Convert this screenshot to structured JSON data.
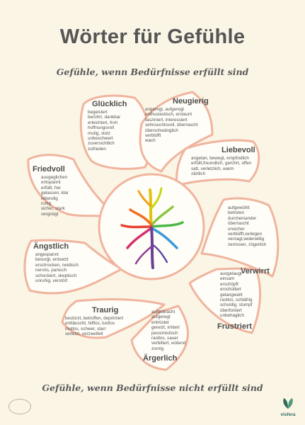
{
  "title": "Wörter für Gefühle",
  "subtitle_top": "Gefühle, wenn Bedürfnisse erfüllt sind",
  "subtitle_bottom": "Gefühle, wenn Bedürfnisse nicht erfüllt sind",
  "petals": {
    "gluecklich": {
      "head": "Glücklich",
      "words": "begeistert\nberührt, dankbar\nerleichtert, froh\nhoffnungsvoll\nmutig, stolz\nunbeschwert\nzuversichtlich\nzufrieden"
    },
    "neugierig": {
      "head": "Neugierig",
      "words": "angeregt, aufgeregt\nenthusiastisch, erstaunt\nfasziniert, interessiert\nsehnsuchtsvoll, überrascht\nüberschwänglich\nverblüfft\nwach"
    },
    "liebevoll": {
      "head": "Liebevoll",
      "words": "angetan, bewegt, empfindlich\nerfüllt,freundlich, gerührt, offen\nsatt, verletzlich, warm\nzärtlich"
    },
    "friedvoll": {
      "head": "Friedvoll",
      "words": "ausgeglichen\nentspannt\nerfüllt, frei\ngelassen, klar\nlebendig\nruhig\nsicher, stark\nvergnügt"
    },
    "verwirrt": {
      "head": "Verwirrt",
      "words": "aufgewühlt\nbetreten\ndurcheinander\nüberrascht\nunsicher\nverblüfft,verlegen\nverzagt,widerwillig\nzerrissen, zögerlich"
    },
    "aengstlich": {
      "head": "Ängstlich",
      "words": "angespannt\nbesorgt, entsetzt\nerschrocken, neidisch\nnervös, panisch\nschockiert, skeptisch\nunruhig, verstört"
    },
    "frustriert": {
      "head": "Frustriert",
      "words": "ausgelaugt\neinsam\nerschöpft\nerschüttert\ngelangweilt\nrastlos, schläfrig\nschuldig, stumpf\nüberfordert\nunbehaglich"
    },
    "traurig": {
      "head": "Traurig",
      "words": "bestürzt, betroffen, deprimiert\nenttäuscht, hilflos, lustlos\nmutlos, schwer, starr\nverletzt, verzweifelt"
    },
    "aergerlich": {
      "head": "Ärgerlich",
      "words": "aufgebracht\naufgeregt\nentrüstet\ngereizt, irritiert\npessimistisch\nrastlos, sauer\nverbittert, wütend\nzornig"
    }
  },
  "colors": {
    "petal_stroke": "#f0b49e",
    "background": "#fbf5e6",
    "title": "#555555"
  },
  "logo_right_text": "visfera"
}
